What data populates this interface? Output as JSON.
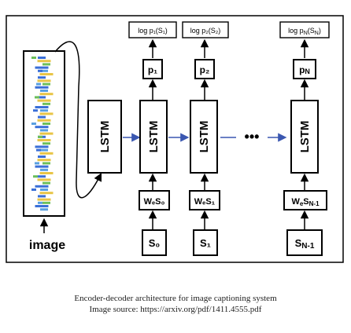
{
  "diagram": {
    "input_label": "image",
    "lstm_label": "LSTM",
    "ellipsis": "•••",
    "columns": [
      {
        "output": "log p₁(S₁)",
        "prob": "p₁",
        "embed": "WₑS₀",
        "token": "S₀"
      },
      {
        "output": "log p₂(S₂)",
        "prob": "p₂",
        "embed": "WₑS₁",
        "token": "S₁"
      },
      {
        "output": "log p_N(S_N)",
        "prob": "p_N",
        "embed": "WₑS_N-1",
        "token": "S_N-1"
      }
    ]
  },
  "caption": {
    "line1": "Encoder-decoder architecture for image captioning system",
    "line2": "Image source: https://arxiv.org/pdf/1411.4555.pdf"
  }
}
